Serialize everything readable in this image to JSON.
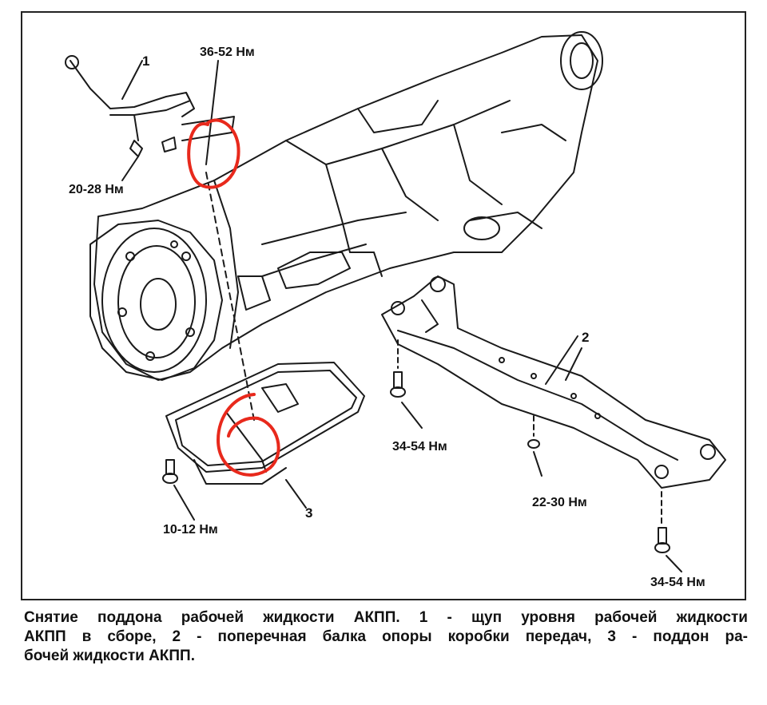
{
  "callouts": {
    "part1": "1",
    "part2": "2",
    "part3": "3",
    "torque_dipstick_bracket": "36-52 Нм",
    "torque_dipstick_bolt": "20-28 Нм",
    "torque_crossmember_left": "34-54 Нм",
    "torque_crossmember_nut": "22-30 Нм",
    "torque_crossmember_right": "34-54 Нм",
    "torque_pan_bolt": "10-12 Нм",
    "red_marker_glyph": "6"
  },
  "caption": {
    "line1": "Снятие поддона рабочей жидкости АКПП. 1 - щуп уровня рабочей жидкости",
    "line2": "АКПП в сборе, 2 - поперечная балка опоры коробки передач, 3 - поддон ра-",
    "line3": "бочей жидкости АКПП."
  },
  "colors": {
    "line_art": "#1a1a1a",
    "red_markup": "#e8291c"
  }
}
